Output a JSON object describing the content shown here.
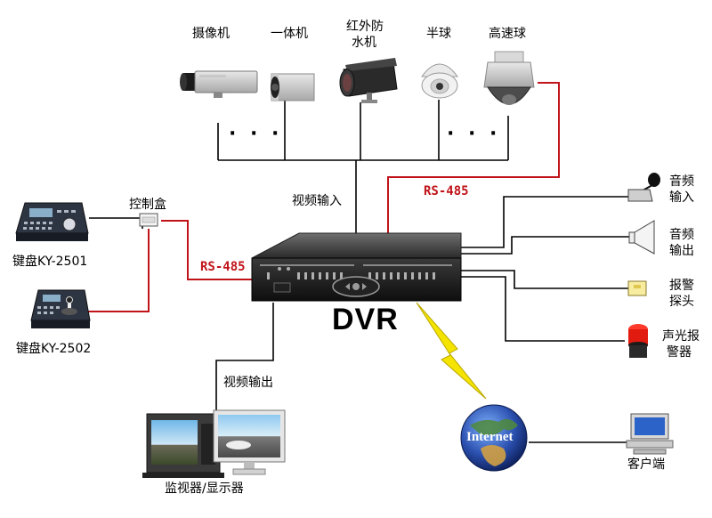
{
  "cameras": {
    "box_camera": "摄像机",
    "integrated_camera": "一体机",
    "ir_bullet_line1": "红外防",
    "ir_bullet_line2": "水机",
    "mini_dome": "半球",
    "speed_dome": "高速球",
    "ellipsis": "· · ·"
  },
  "links": {
    "video_input": "视频输入",
    "video_output": "视频输出",
    "rs485_top": "RS-485",
    "rs485_left": "RS-485"
  },
  "control": {
    "control_box": "控制盒",
    "keyboard_1": "键盘KY-2501",
    "keyboard_2": "键盘KY-2502"
  },
  "dvr": {
    "title": "DVR"
  },
  "peripherals": {
    "audio_in_line1": "音频",
    "audio_in_line2": "输入",
    "audio_out_line1": "音频",
    "audio_out_line2": "输出",
    "alarm_probe_line1": "报警",
    "alarm_probe_line2": "探头",
    "siren_line1": "声光报",
    "siren_line2": "警器"
  },
  "network": {
    "internet": "Internet",
    "client": "客户端"
  },
  "display": {
    "monitor_label": "监视器/显示器"
  },
  "colors": {
    "line": "#000000",
    "rs485": "#c0141a",
    "lightning": "#f5e400",
    "globe": "#2a4fae"
  }
}
